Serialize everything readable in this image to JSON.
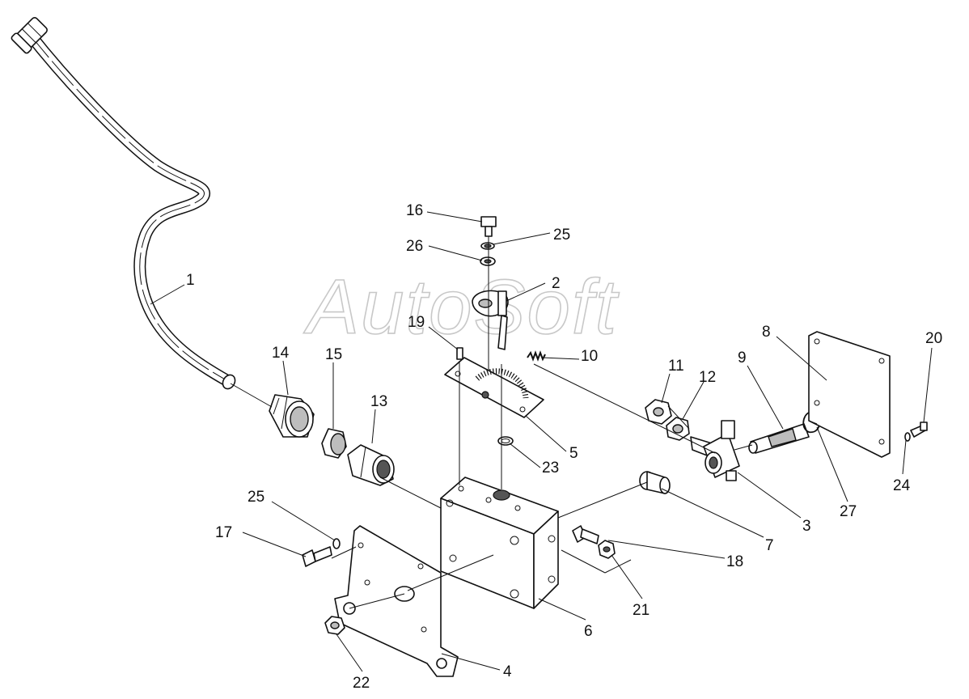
{
  "watermark": "AutoSoft",
  "callouts": [
    {
      "id": "1",
      "label": "1"
    },
    {
      "id": "2",
      "label": "2"
    },
    {
      "id": "3",
      "label": "3"
    },
    {
      "id": "4",
      "label": "4"
    },
    {
      "id": "5",
      "label": "5"
    },
    {
      "id": "6",
      "label": "6"
    },
    {
      "id": "7",
      "label": "7"
    },
    {
      "id": "8",
      "label": "8"
    },
    {
      "id": "9",
      "label": "9"
    },
    {
      "id": "10",
      "label": "10"
    },
    {
      "id": "11",
      "label": "11"
    },
    {
      "id": "12",
      "label": "12"
    },
    {
      "id": "13",
      "label": "13"
    },
    {
      "id": "14",
      "label": "14"
    },
    {
      "id": "15",
      "label": "15"
    },
    {
      "id": "16",
      "label": "16"
    },
    {
      "id": "17",
      "label": "17"
    },
    {
      "id": "18",
      "label": "18"
    },
    {
      "id": "19",
      "label": "19"
    },
    {
      "id": "20",
      "label": "20"
    },
    {
      "id": "21",
      "label": "21"
    },
    {
      "id": "22",
      "label": "22"
    },
    {
      "id": "23",
      "label": "23"
    },
    {
      "id": "24",
      "label": "24"
    },
    {
      "id": "25a",
      "label": "25"
    },
    {
      "id": "25b",
      "label": "25"
    },
    {
      "id": "26",
      "label": "26"
    },
    {
      "id": "27",
      "label": "27"
    }
  ]
}
